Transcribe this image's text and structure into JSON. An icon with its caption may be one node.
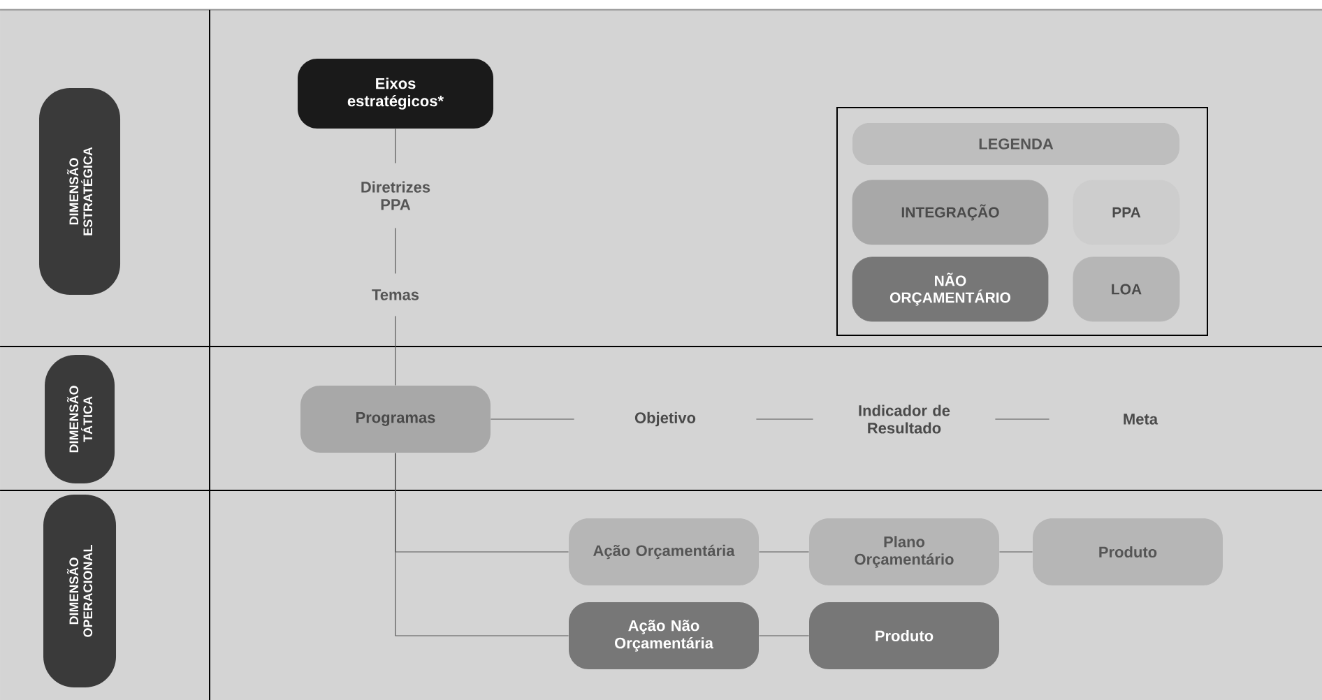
{
  "diagram": {
    "nodes": [
      {
        "text": [
          "DIMENSÃO ESTRATÉGICA"
        ]
      },
      {
        "text": [
          "DIMENSÃO TÁTICA"
        ]
      },
      {
        "text": [
          "DIMENSÃO OPERACIONAL"
        ]
      },
      {
        "text": [
          "Eixos estratégicos*"
        ]
      },
      {
        "text": [
          "Diretrizes PPA"
        ]
      },
      {
        "text": [
          "Temas"
        ]
      },
      {
        "text": [
          "Programas"
        ]
      },
      {
        "text": [
          "Objetivo"
        ]
      },
      {
        "text": [
          "Indicador de Resultado"
        ]
      },
      {
        "text": [
          "Meta"
        ]
      },
      {
        "text": [
          "Ação Orçamentária"
        ]
      },
      {
        "text": [
          "Plano Orçamentário"
        ]
      },
      {
        "text": [
          "Produto"
        ]
      },
      {
        "text": [
          "Ação Não Orçamentária"
        ]
      },
      {
        "text": [
          "Produto"
        ]
      }
    ],
    "edges": [
      {
        "from": 3,
        "to": 4,
        "arrow": "none"
      },
      {
        "from": 4,
        "to": 5,
        "arrow": "none"
      },
      {
        "from": 5,
        "to": 6,
        "arrow": "none"
      },
      {
        "from": 6,
        "to": 7,
        "arrow": "none"
      },
      {
        "from": 7,
        "to": 8,
        "arrow": "none"
      },
      {
        "from": 8,
        "to": 9,
        "arrow": "none"
      },
      {
        "from": 6,
        "to": 10,
        "arrow": "none"
      },
      {
        "from": 6,
        "to": 13,
        "arrow": "none"
      },
      {
        "from": 10,
        "to": 11,
        "arrow": "none"
      },
      {
        "from": 11,
        "to": 12,
        "arrow": "none"
      },
      {
        "from": 13,
        "to": 14,
        "arrow": "none"
      }
    ],
    "labels": [
      "LEGENDA"
    ],
    "legend": [
      {
        "text": "INTEGRAÇÃO",
        "color": "#a8a8a8"
      },
      {
        "text": "PPA",
        "color": "#cdcdcd"
      },
      {
        "text": "NÃO ORÇAMENTÁRIO",
        "color": "#777777"
      },
      {
        "text": "LOA",
        "color": "#b6b6b6"
      }
    ]
  }
}
